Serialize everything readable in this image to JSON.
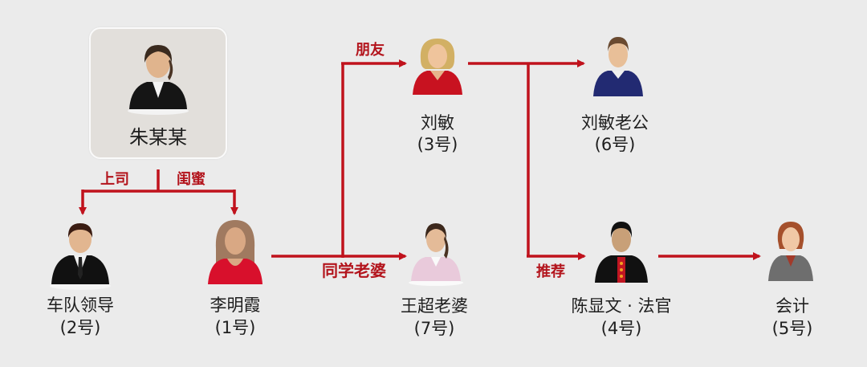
{
  "colors": {
    "background": "#ebebeb",
    "arrow": "#c0121c",
    "relation_label": "#b3141c",
    "card": "#e2dfdb"
  },
  "central": {
    "name": "朱某某",
    "icon": "woman-business-suit-icon"
  },
  "people": [
    {
      "id": "p2",
      "name": "车队领导",
      "number": "(2号)",
      "icon": "man-suit-tie-icon"
    },
    {
      "id": "p1",
      "name": "李明霞",
      "number": "(1号)",
      "icon": "woman-red-top-icon"
    },
    {
      "id": "p3",
      "name": "刘敏",
      "number": "(3号)",
      "icon": "blonde-woman-red-icon"
    },
    {
      "id": "p6",
      "name": "刘敏老公",
      "number": "(6号)",
      "icon": "man-blue-sweater-icon"
    },
    {
      "id": "p7",
      "name": "王超老婆",
      "number": "(7号)",
      "icon": "woman-pink-top-icon"
    },
    {
      "id": "p4",
      "name": "陈显文 · 法官",
      "number": "(4号)",
      "icon": "man-judge-robe-icon"
    },
    {
      "id": "p5",
      "name": "会计",
      "number": "(5号)",
      "icon": "woman-gray-suit-icon"
    }
  ],
  "relations": {
    "boss": "上司",
    "bestie": "闺蜜",
    "friend": "朋友",
    "classmate_wife": "同学老婆",
    "recommend": "推荐"
  }
}
